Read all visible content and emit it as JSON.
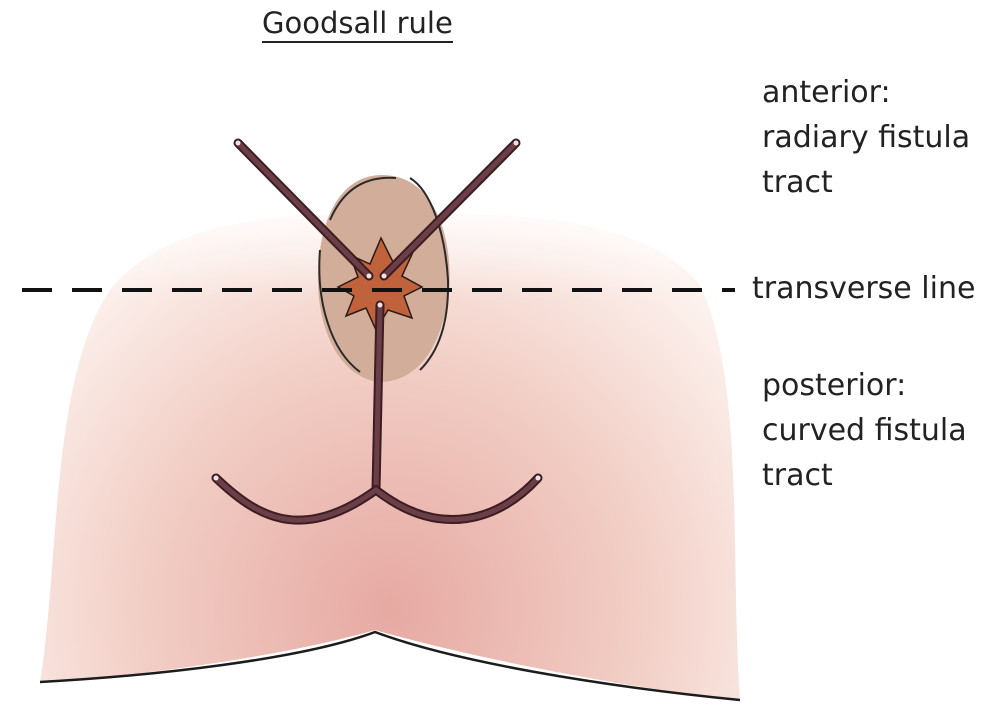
{
  "title": "Goodsall rule",
  "labels": {
    "anterior": [
      "anterior:",
      "radiary fistula",
      "tract"
    ],
    "transverse": "transverse line",
    "posterior": [
      "posterior:",
      "curved fistula",
      "tract"
    ]
  },
  "colors": {
    "skin_edge": "#fbe9e3",
    "skin_center": "#e9b3ad",
    "perianal_area": "#d2ae9a",
    "anus": "#c0623c",
    "tract_outline": "#3a1e22",
    "tract_fill": "#6c3e48",
    "text": "#222222"
  }
}
